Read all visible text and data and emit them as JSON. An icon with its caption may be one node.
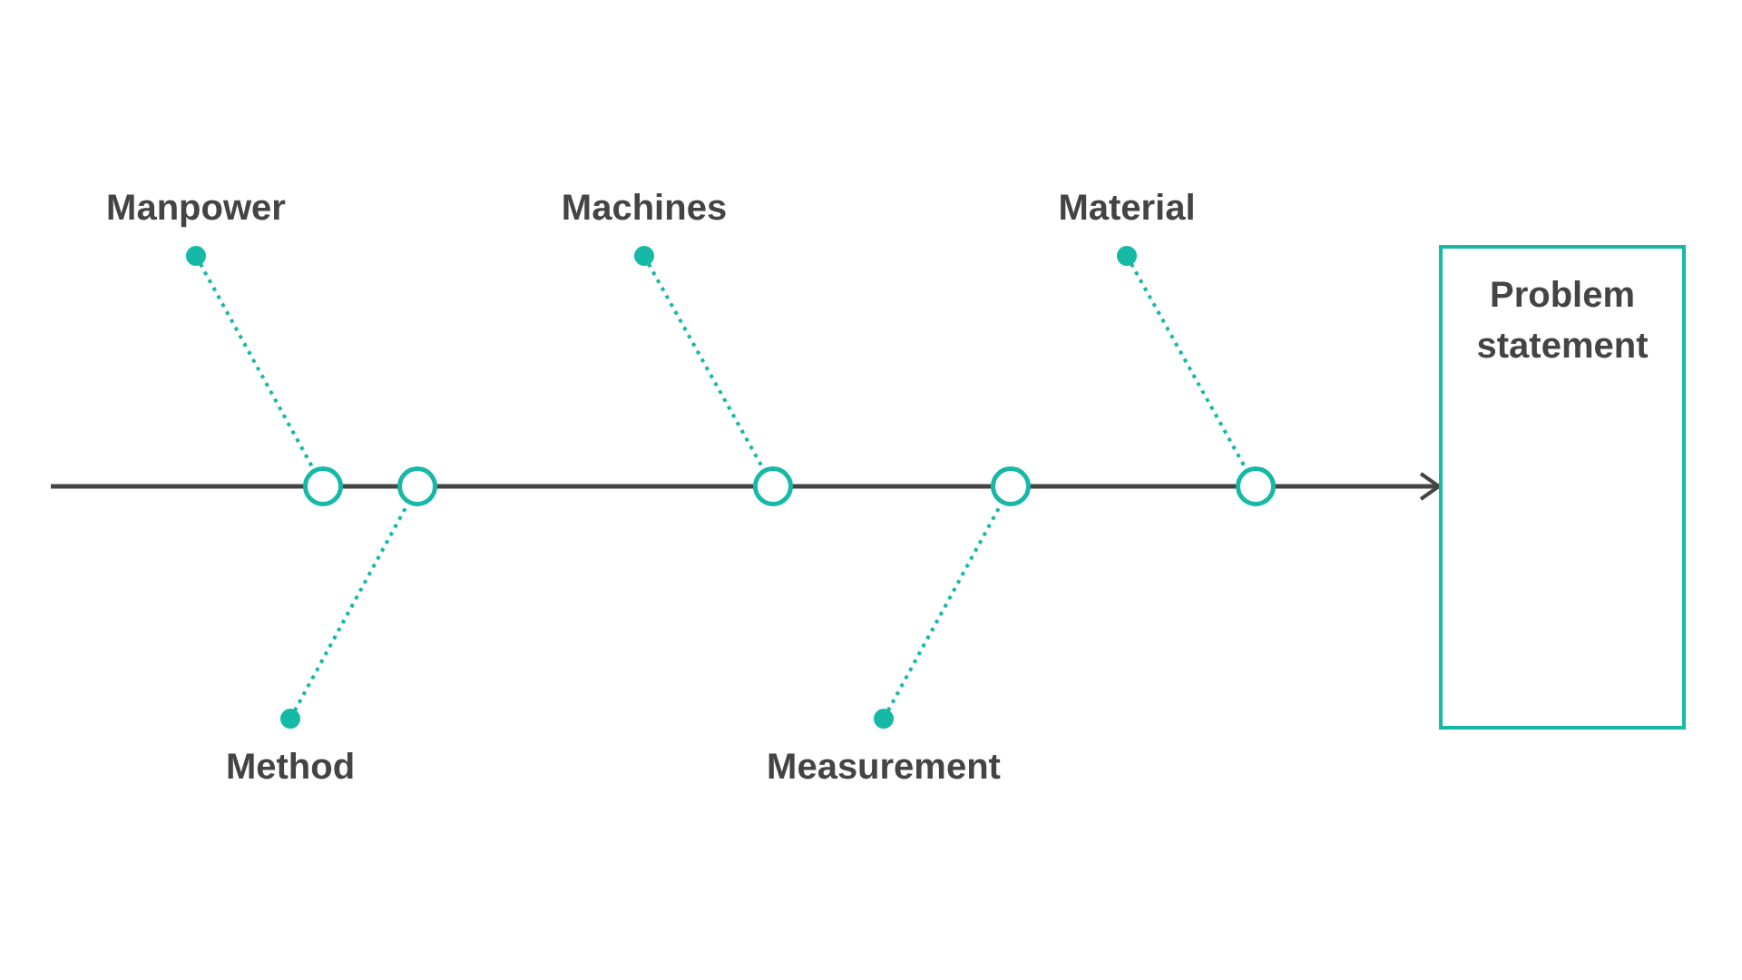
{
  "diagram": {
    "nodes": [
      {
        "text": [
          "Manpower"
        ]
      },
      {
        "text": [
          "Machines"
        ]
      },
      {
        "text": [
          "Material"
        ]
      },
      {
        "text": [
          "Problem statement"
        ]
      },
      {
        "text": [
          "Method"
        ]
      },
      {
        "text": [
          "Measurement"
        ]
      },
      {
        "text": [],
        "shape": "circle"
      },
      {
        "text": [],
        "shape": "circle"
      },
      {
        "text": [],
        "shape": "circle"
      },
      {
        "text": [],
        "shape": "circle"
      },
      {
        "text": [],
        "shape": "circle"
      }
    ],
    "edges": [
      {
        "from": null,
        "to": 3,
        "arrow": "to",
        "color": "#444444"
      },
      {
        "from": 0,
        "to": 6,
        "arrow": "other",
        "style": "dashed",
        "color": "#16b8a6"
      },
      {
        "from": 4,
        "to": 7,
        "arrow": "other",
        "style": "dashed",
        "color": "#16b8a6"
      },
      {
        "from": 1,
        "to": 8,
        "arrow": "other",
        "style": "dashed",
        "color": "#16b8a6"
      },
      {
        "from": 5,
        "to": 9,
        "arrow": "other",
        "style": "dashed",
        "color": "#16b8a6"
      },
      {
        "from": 2,
        "to": 10,
        "arrow": "other",
        "style": "dashed",
        "color": "#16b8a6"
      }
    ]
  }
}
